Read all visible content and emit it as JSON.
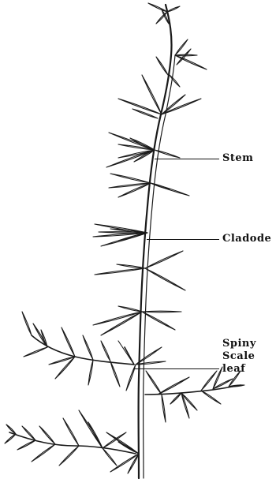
{
  "labels": {
    "stem": "Stem",
    "cladode": "Cladode",
    "spiny_scale_leaf": [
      "Spiny",
      "Scale",
      "leaf"
    ]
  },
  "colors": {
    "ink": "#1a1a1a",
    "background": "#ffffff"
  }
}
